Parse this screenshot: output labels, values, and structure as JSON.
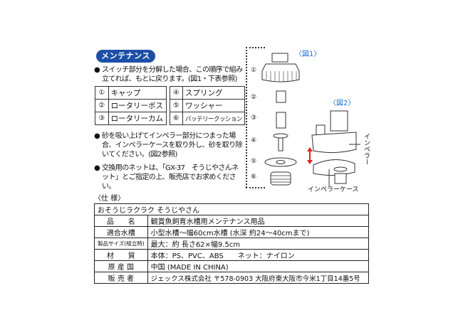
{
  "section_title": "メンテナンス",
  "bullets": [
    "スイッチ部分を分解した場合、この順序で組み立てれば、もとに戻ります。(図1・下表参照)",
    "砂を吸い上げてインペラー部分につまった場合、インペラーケースを取り外し、砂を取り除いてください。(図2参照)",
    "交換用のネットは、「GX-37　そうじやさんネット」とご指定の上、販売店でお求めください。"
  ],
  "bullet_mark": "●",
  "parts": [
    {
      "num": "①",
      "name": "キャップ"
    },
    {
      "num": "②",
      "name": "ロータリーボス"
    },
    {
      "num": "③",
      "name": "ロータリーカム"
    },
    {
      "num": "④",
      "name": "スプリング"
    },
    {
      "num": "⑤",
      "name": "ワッシャー"
    },
    {
      "num": "⑥",
      "name": "バッテリークッション"
    }
  ],
  "figures": {
    "fig1_label": "〈図1〉",
    "fig2_label": "〈図2〉",
    "nums": [
      "①",
      "②",
      "③",
      "④",
      "⑤",
      "⑥"
    ],
    "impeller_label": "インペラー",
    "case_label": "インペラーケース"
  },
  "spec": {
    "heading": "〈仕 様〉",
    "product_title": "おそうじラクラク そうじやさん",
    "rows": [
      {
        "key": "品　　名",
        "value": "観賞魚飼育水槽用メンテナンス用品"
      },
      {
        "key": "適合水槽",
        "value": "小型水槽〜幅60cm水槽 (水深 約24〜40cmまで)"
      },
      {
        "key": "製品サイズ(組立時)",
        "value": "最大：約 長さ62×幅9.5cm"
      },
      {
        "key": "材　　質",
        "value": "本体：PS、PVC、ABS　　ネット：ナイロン"
      },
      {
        "key": "原 産 国",
        "value": "中国 (MADE IN CHINA)"
      },
      {
        "key": "販 売 者",
        "value": "ジェックス株式会社 〒578-0903 大阪府東大阪市今米1丁目14番5号"
      }
    ]
  },
  "colors": {
    "accent": "#1d4fa6",
    "figure_label": "#1d6fd0",
    "arrow": "#e02020"
  }
}
